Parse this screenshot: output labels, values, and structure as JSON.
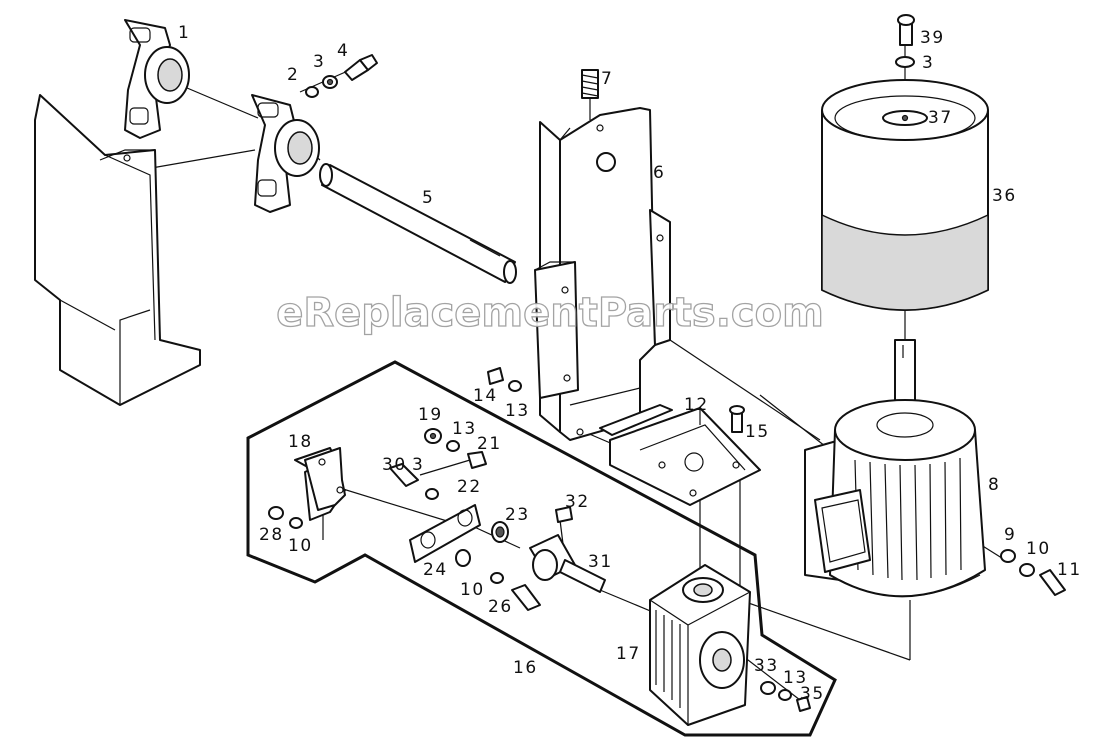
{
  "watermark": "eReplacementParts.com",
  "callouts": [
    "1",
    "2",
    "3",
    "4",
    "5",
    "6",
    "7",
    "8",
    "9",
    "10",
    "11",
    "12",
    "13",
    "14",
    "15",
    "16",
    "17",
    "18",
    "19",
    "21",
    "22",
    "23",
    "24",
    "26",
    "28",
    "30",
    "31",
    "32",
    "33",
    "35",
    "36",
    "37",
    "39"
  ],
  "labels": {
    "c1": "1",
    "c2": "2",
    "c3a": "3",
    "c4": "4",
    "c5": "5",
    "c6": "6",
    "c7": "7",
    "c39": "39",
    "c3b": "3",
    "c37": "37",
    "c36": "36",
    "c8": "8",
    "c14": "14",
    "c13a": "13",
    "c12": "12",
    "c15": "15",
    "c19": "19",
    "c13b": "13",
    "c21": "21",
    "c18": "18",
    "c30": "30",
    "c3c": "3",
    "c22": "22",
    "c28": "28",
    "c10a": "10",
    "c23": "23",
    "c32": "32",
    "c24": "24",
    "c31": "31",
    "c10b": "10",
    "c26": "26",
    "c16": "16",
    "c17": "17",
    "c9": "9",
    "c10c": "10",
    "c11": "11",
    "c33": "33",
    "c13c": "13",
    "c35": "35"
  }
}
